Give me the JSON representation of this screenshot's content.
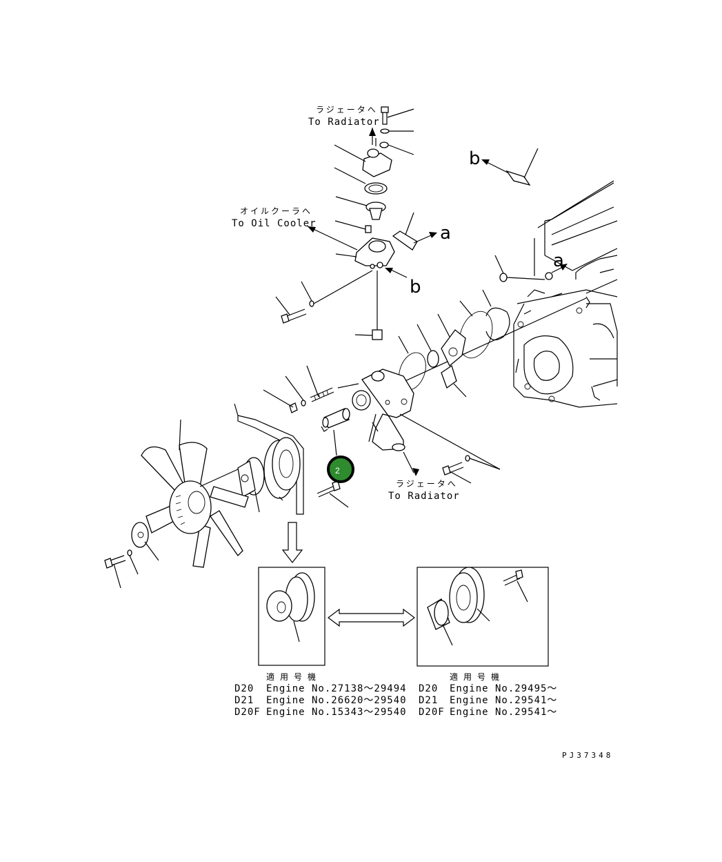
{
  "labels": {
    "radiator_top_jp": "ラジェータへ",
    "radiator_top_en": "To Radiator",
    "oil_cooler_jp": "オイルクーラへ",
    "oil_cooler_en": "To Oil Cooler",
    "radiator_bottom_jp": "ラジェータへ",
    "radiator_bottom_en": "To Radiator",
    "letter_a": "a",
    "letter_b": "b"
  },
  "callout": {
    "number": "2",
    "color": "#2e8b2e"
  },
  "applicability": {
    "left": {
      "heading": "適用号機",
      "rows": [
        {
          "model": "D20",
          "engine": "Engine No.27138～29494"
        },
        {
          "model": "D21",
          "engine": "Engine No.26620～29540"
        },
        {
          "model": "D20F",
          "engine": "Engine No.15343～29540"
        }
      ]
    },
    "right": {
      "heading": "適用号機",
      "rows": [
        {
          "model": "D20",
          "engine": "Engine No.29495～"
        },
        {
          "model": "D21",
          "engine": "Engine No.29541～"
        },
        {
          "model": "D20F",
          "engine": "Engine No.29541～"
        }
      ]
    }
  },
  "drawing_id": "PJ37348"
}
